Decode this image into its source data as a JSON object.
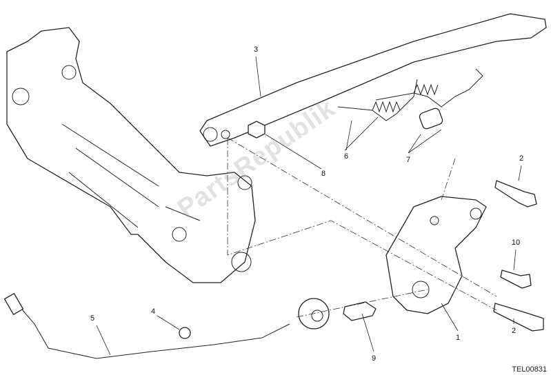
{
  "diagram": {
    "reference_code": "TEL00831",
    "watermark": "PartsRepublik",
    "callouts": [
      {
        "label": "3"
      },
      {
        "label": "6"
      },
      {
        "label": "7"
      },
      {
        "label": "8"
      },
      {
        "label": "2"
      },
      {
        "label": "10"
      },
      {
        "label": "1"
      },
      {
        "label": "2"
      },
      {
        "label": "9"
      },
      {
        "label": "4"
      },
      {
        "label": "5"
      }
    ]
  }
}
